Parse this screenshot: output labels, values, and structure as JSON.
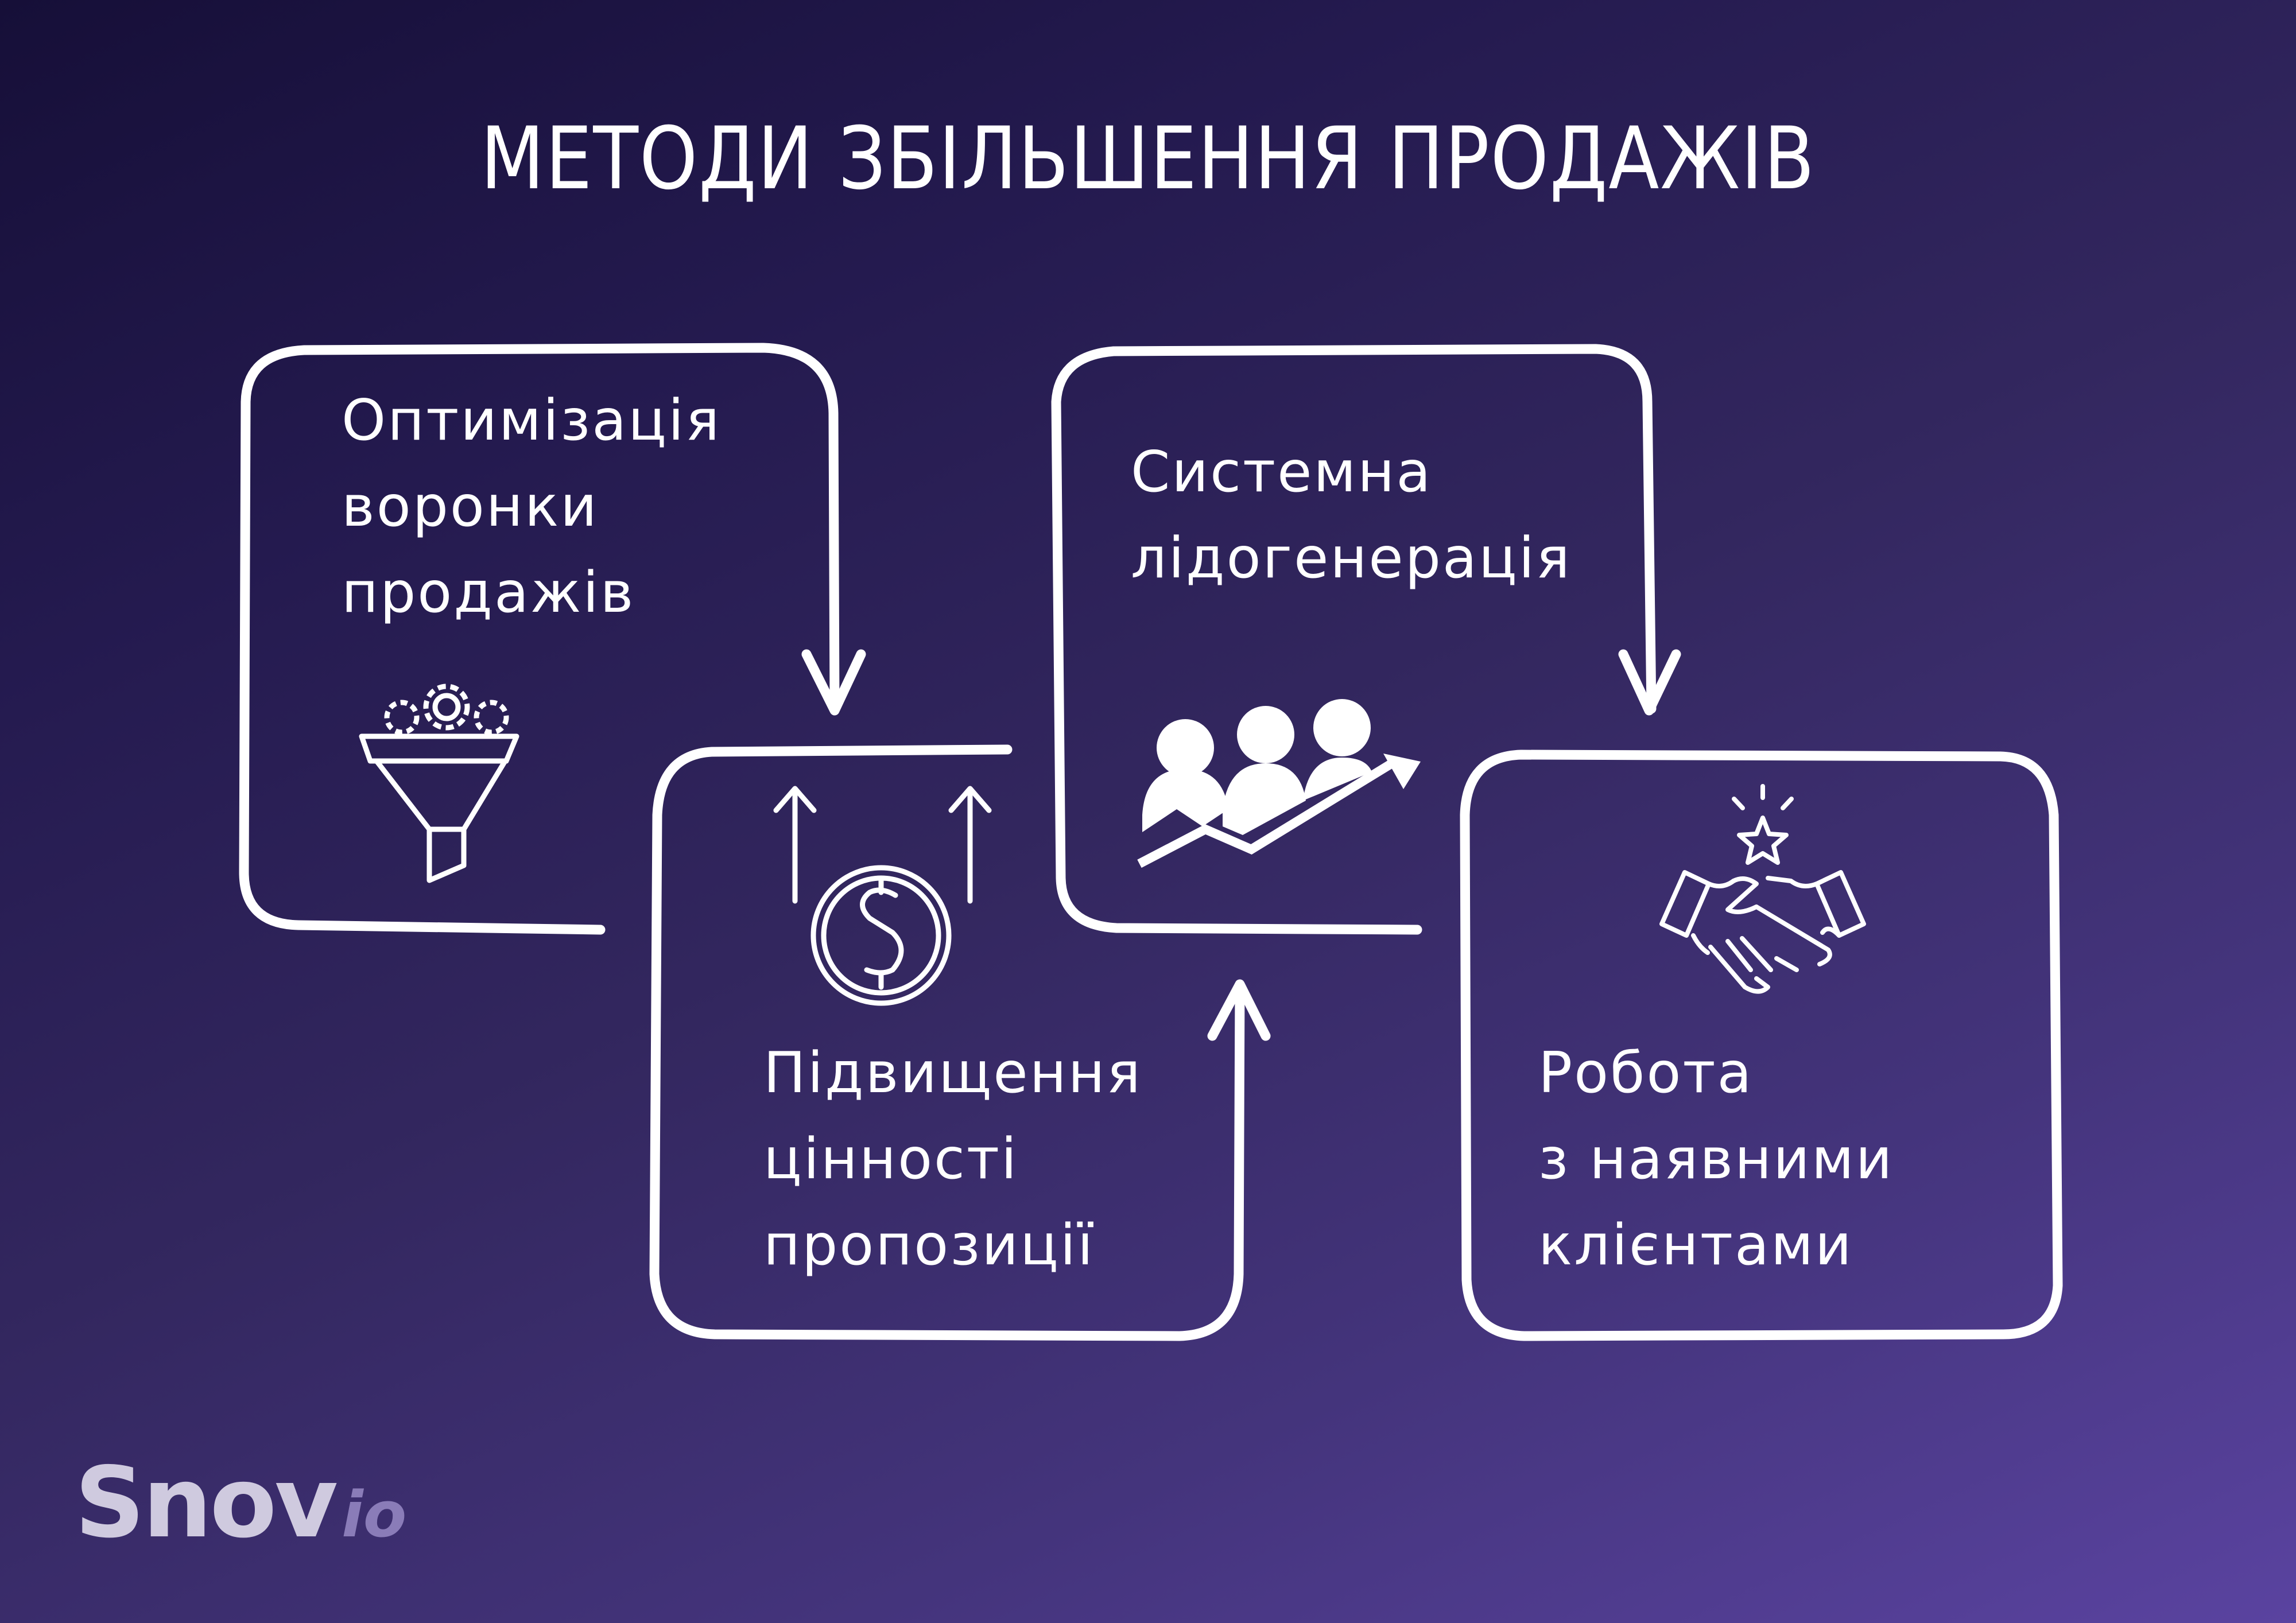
{
  "title": "МЕТОДИ ЗБІЛЬШЕННЯ ПРОДАЖІВ",
  "steps": [
    {
      "lines": [
        "Оптимізація",
        "воронки",
        "продажів"
      ],
      "icon": "funnel-gears-icon"
    },
    {
      "lines": [
        "Підвищення",
        "цінності",
        "пропозиції"
      ],
      "icon": "coin-dollar-arrows-up-icon"
    },
    {
      "lines": [
        "Системна",
        "лідогенерація"
      ],
      "icon": "people-growth-chart-icon"
    },
    {
      "lines": [
        "Робота",
        "з наявними",
        "клієнтами"
      ],
      "icon": "handshake-star-icon"
    }
  ],
  "logo": {
    "main": "Snov",
    "suffix": "io"
  },
  "colors": {
    "background_start": "#160f38",
    "background_end": "#5a43a0",
    "stroke": "#ffffff",
    "logo_main": "#cfcadf",
    "logo_suffix": "#8a7cb8"
  }
}
